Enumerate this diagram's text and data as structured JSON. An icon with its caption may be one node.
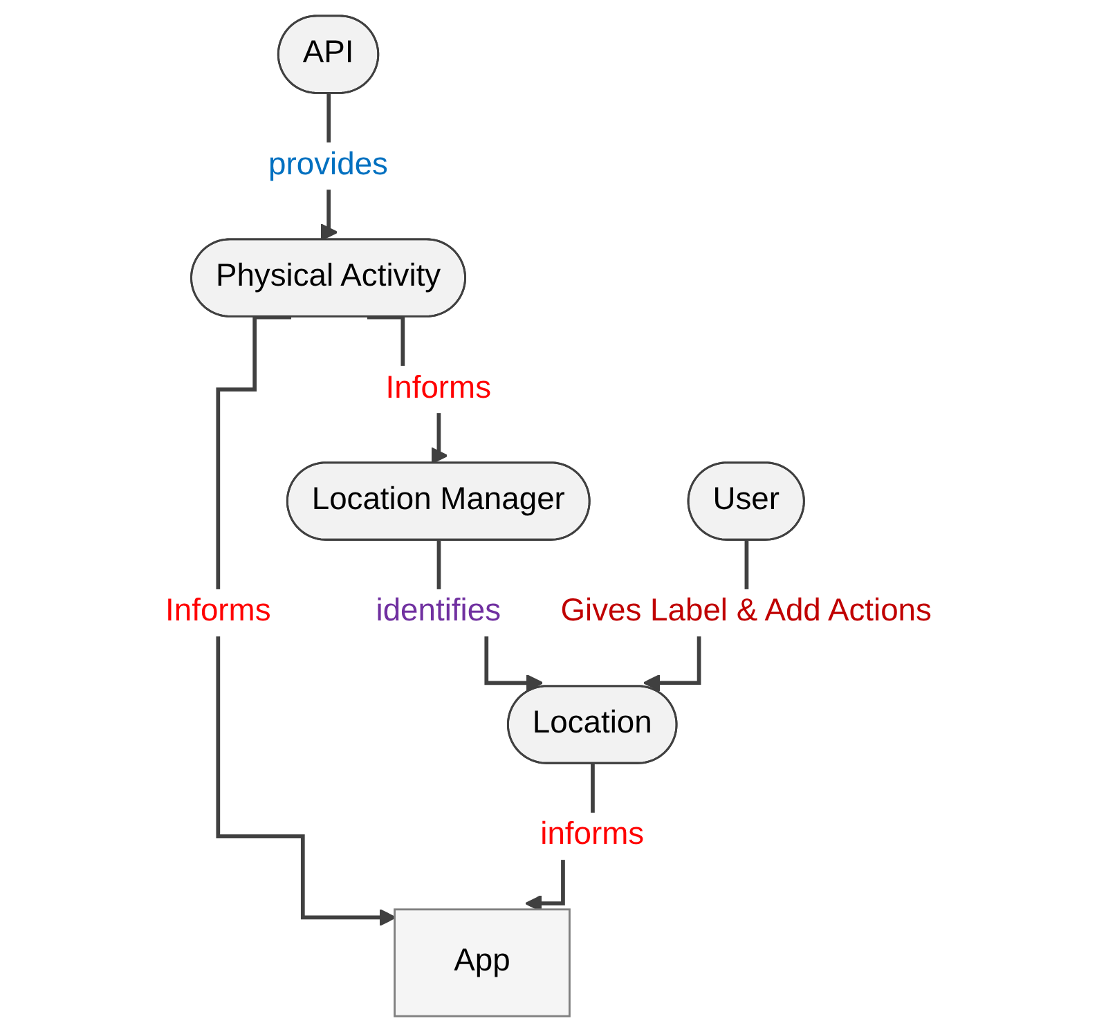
{
  "diagram": {
    "nodes": [
      {
        "text": [
          "API"
        ]
      },
      {
        "text": [
          "Physical Activity"
        ]
      },
      {
        "text": [
          "Location Manager"
        ]
      },
      {
        "text": [
          "App"
        ]
      },
      {
        "text": [
          "Location"
        ]
      },
      {
        "text": [
          "User"
        ]
      }
    ],
    "edges": [
      {
        "from": 0,
        "to": 1,
        "arrow": "to",
        "label": "provides"
      },
      {
        "from": 1,
        "to": 2,
        "arrow": "to",
        "label": "Informs"
      },
      {
        "from": 1,
        "to": 3,
        "arrow": "to",
        "label": "Informs"
      },
      {
        "from": 2,
        "to": 4,
        "arrow": "to",
        "label": "identifies"
      },
      {
        "from": 4,
        "to": 3,
        "arrow": "to",
        "label": "informs"
      },
      {
        "from": 5,
        "to": 4,
        "arrow": "to",
        "label": "Gives Label & Add Actions"
      }
    ]
  }
}
